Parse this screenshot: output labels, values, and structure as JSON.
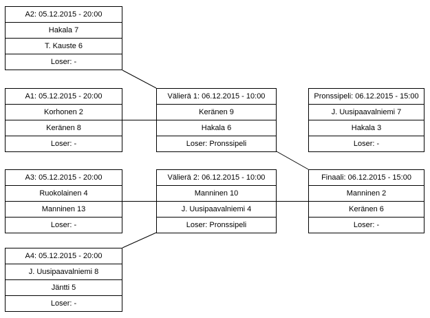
{
  "colors": {
    "background": "#ffffff",
    "border": "#000000",
    "text": "#000000"
  },
  "bracket": {
    "matches": [
      {
        "id": "a2",
        "header": "A2: 05.12.2015 - 20:00",
        "rows": [
          "Hakala 7",
          "T. Kauste 6",
          "Loser: -"
        ]
      },
      {
        "id": "a1",
        "header": "A1: 05.12.2015 - 20:00",
        "rows": [
          "Korhonen 2",
          "Keränen 8",
          "Loser: -"
        ]
      },
      {
        "id": "valiera-1",
        "header": "Välierä 1: 06.12.2015 - 10:00",
        "rows": [
          "Keränen 9",
          "Hakala 6",
          "Loser: Pronssipeli"
        ]
      },
      {
        "id": "pronssipeli",
        "header": "Pronssipeli: 06.12.2015 - 15:00",
        "rows": [
          "J. Uusipaavalniemi 7",
          "Hakala 3",
          "Loser: -"
        ]
      },
      {
        "id": "a3",
        "header": "A3: 05.12.2015 - 20:00",
        "rows": [
          "Ruokolainen 4",
          "Manninen 13",
          "Loser: -"
        ]
      },
      {
        "id": "valiera-2",
        "header": "Välierä 2: 06.12.2015 - 10:00",
        "rows": [
          "Manninen 10",
          "J. Uusipaavalniemi 4",
          "Loser: Pronssipeli"
        ]
      },
      {
        "id": "finaali",
        "header": "Finaali: 06.12.2015 - 15:00",
        "rows": [
          "Manninen 2",
          "Keränen 6",
          "Loser: -"
        ]
      },
      {
        "id": "a4",
        "header": "A4: 05.12.2015 - 20:00",
        "rows": [
          "J. Uusipaavalniemi 8",
          "Jäntti 5",
          "Loser: -"
        ]
      }
    ]
  }
}
